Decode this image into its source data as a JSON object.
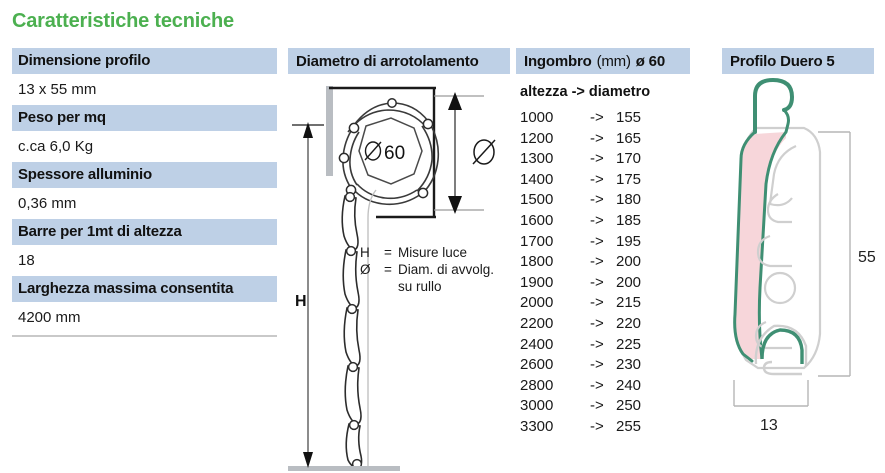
{
  "title": "Caratteristiche tecniche",
  "colors": {
    "title_green": "#4cb050",
    "band_blue": "#bed0e6",
    "profile_outline_green": "#3f8f73",
    "profile_fill_pink": "#f7d6da",
    "profile_grey": "#d9d9d9",
    "rule_grey": "#c9c9c9"
  },
  "specs": {
    "rows": [
      {
        "label": "Dimensione profilo",
        "value": "13 x 55 mm"
      },
      {
        "label": "Peso per mq",
        "value": "c.ca 6,0 Kg"
      },
      {
        "label": "Spessore alluminio",
        "value": "0,36 mm"
      },
      {
        "label": "Barre per 1mt di altezza",
        "value": "18"
      },
      {
        "label": "Larghezza massima consentita",
        "value": "4200 mm"
      }
    ]
  },
  "roll": {
    "header": "Diametro di arrotolamento",
    "tube_label": "Ø 60",
    "height_label": "H",
    "diameter_label": "Ø",
    "legend": [
      {
        "symbol": "H",
        "eq": "=",
        "text": "Misure luce"
      },
      {
        "symbol": "Ø",
        "eq": "=",
        "text": "Diam. di avvolg."
      },
      {
        "symbol": "",
        "eq": "",
        "text": "su rullo"
      }
    ]
  },
  "ingombro": {
    "header_bold": "Ingombro",
    "header_reg": "(mm)",
    "header_bold2": "ø 60",
    "subheader": "altezza -> diametro",
    "arrow": "->",
    "rows": [
      {
        "altezza": "1000",
        "diametro": "155"
      },
      {
        "altezza": "1200",
        "diametro": "165"
      },
      {
        "altezza": "1300",
        "diametro": "170"
      },
      {
        "altezza": "1400",
        "diametro": "175"
      },
      {
        "altezza": "1500",
        "diametro": "180"
      },
      {
        "altezza": "1600",
        "diametro": "185"
      },
      {
        "altezza": "1700",
        "diametro": "195"
      },
      {
        "altezza": "1800",
        "diametro": "200"
      },
      {
        "altezza": "1900",
        "diametro": "200"
      },
      {
        "altezza": "2000",
        "diametro": "215"
      },
      {
        "altezza": "2200",
        "diametro": "220"
      },
      {
        "altezza": "2400",
        "diametro": "225"
      },
      {
        "altezza": "2600",
        "diametro": "230"
      },
      {
        "altezza": "2800",
        "diametro": "240"
      },
      {
        "altezza": "3000",
        "diametro": "250"
      },
      {
        "altezza": "3300",
        "diametro": "255"
      }
    ]
  },
  "profile": {
    "header": "Profilo Duero 5",
    "height_dim": "55",
    "width_dim": "13"
  }
}
